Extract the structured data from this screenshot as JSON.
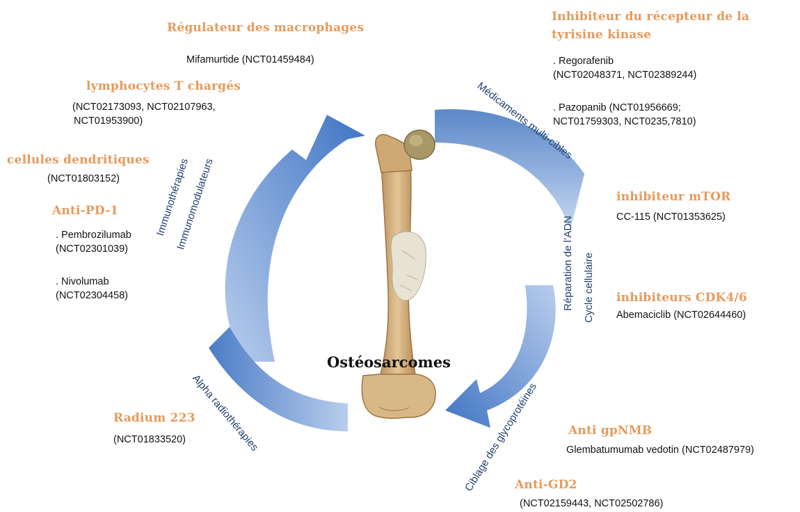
{
  "center": {
    "title": "Ostéosarcomes"
  },
  "left_groups": {
    "macrophages": {
      "heading": "Régulateur des macrophages",
      "drugs": [
        "Mifamurtide (NCT01459484)"
      ]
    },
    "lymphocytes": {
      "heading": "lymphocytes T chargés",
      "lines": [
        "(NCT02173093,  NCT02107963,",
        "NCT01953900)"
      ]
    },
    "dendritic": {
      "heading": "cellules dendritiques",
      "lines": [
        "(NCT01803152)"
      ]
    },
    "antipd1": {
      "heading": "Anti-PD-1",
      "lines": [
        ". Pembrozilumab",
        "(NCT02301039)",
        ". Nivolumab",
        "(NCT02304458)"
      ]
    },
    "radium": {
      "heading": "Radium 223",
      "lines": [
        "(NCT01833520)"
      ]
    }
  },
  "right_groups": {
    "tyrosine": {
      "heading_lines": [
        "Inhibiteur du récepteur de la",
        "tyrisine kinase"
      ],
      "lines": [
        ".  Regorafenib",
        "(NCT02048371, NCT02389244)",
        ". Pazopanib (NCT01956669;",
        "NCT01759303, NCT0235,7810)"
      ]
    },
    "mtor": {
      "heading": "inhibiteur mTOR",
      "lines": [
        "CC-115 (NCT01353625)"
      ]
    },
    "cdk": {
      "heading": "inhibiteurs CDK4/6",
      "lines": [
        "Abemaciclib (NCT02644460)"
      ]
    },
    "gpnmb": {
      "heading": "Anti gpNMB",
      "lines": [
        "Glembatumumab vedotin (NCT02487979)"
      ]
    },
    "gd2": {
      "heading": "Anti-GD2",
      "lines": [
        "(NCT02159443, NCT02502786)"
      ]
    }
  },
  "arrow_labels": {
    "immuno_1": "Immunothérapies",
    "immuno_2": "Immunomodulateurs",
    "multi": "Médicaments multi-cibles",
    "adn_1": "Réparation de l’ADN",
    "adn_2": "Cycle cellulaire",
    "glyco": "Ciblage des glycoprotéines",
    "alpha": "Alpha radiothérapies"
  },
  "colors": {
    "heading": "#e69a5c",
    "arrow": "#5a86c6",
    "arrow_light": "#a9c1e6",
    "label": "#1f3f6e",
    "bone": "#d8b887"
  }
}
